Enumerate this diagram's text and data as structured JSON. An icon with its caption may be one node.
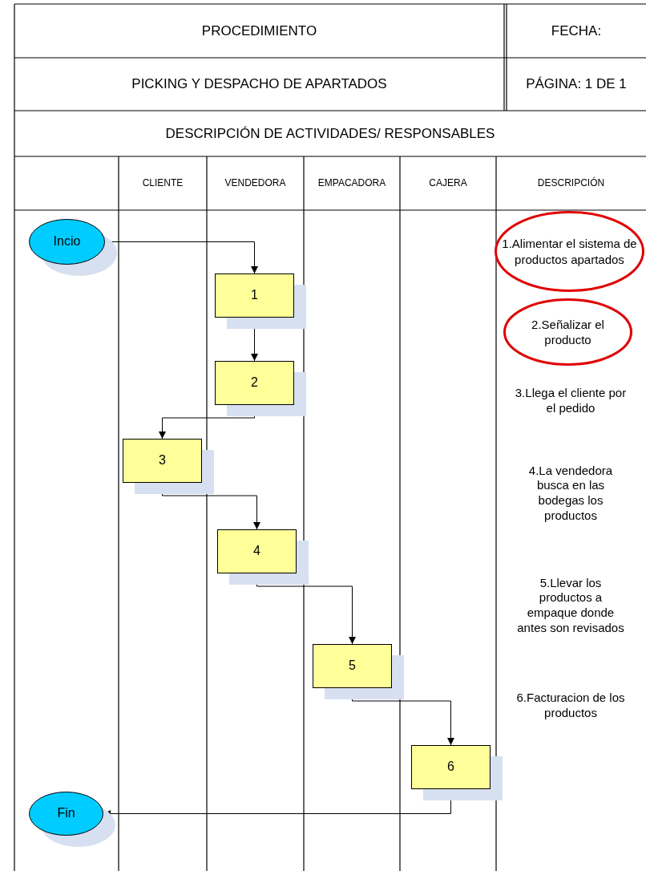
{
  "diagram": {
    "nodes": [
      {
        "text": [
          "Incio"
        ]
      },
      {
        "text": [
          "1"
        ]
      },
      {
        "text": [
          "2"
        ]
      },
      {
        "text": [
          "3"
        ]
      },
      {
        "text": [
          "4"
        ]
      },
      {
        "text": [
          "5"
        ]
      },
      {
        "text": [
          "6"
        ]
      },
      {
        "text": [
          "Fin"
        ]
      },
      {
        "text": [
          "1.Alimentar el sistema de productos apartados"
        ]
      },
      {
        "text": [
          "2.Señalizar el producto"
        ]
      }
    ],
    "edges": [
      {
        "from": 0,
        "to": 1,
        "arrow": "to"
      },
      {
        "from": 1,
        "to": 2,
        "arrow": "to"
      },
      {
        "from": 2,
        "to": 3,
        "arrow": "to"
      },
      {
        "from": 3,
        "to": 4,
        "arrow": "to"
      },
      {
        "from": 4,
        "to": 5,
        "arrow": "to"
      },
      {
        "from": 5,
        "to": 6,
        "arrow": "to"
      },
      {
        "from": 6,
        "to": 7,
        "arrow": "to"
      }
    ],
    "labels": [
      "PROCEDIMIENTO",
      "FECHA:",
      "PICKING Y DESPACHO DE APARTADOS",
      "PÁGINA: 1 DE 1",
      "DESCRIPCIÓN DE ACTIVIDADES/ RESPONSABLES",
      "CLIENTE",
      "VENDEDORA",
      "EMPACADORA",
      "CAJERA",
      "DESCRIPCIÓN",
      "3.Llega el cliente por el pedido",
      "4.La vendedora busca en las bodegas los productos",
      "5.Llevar los productos a empaque donde antes son revisados",
      "6.Facturacion de los productos"
    ]
  }
}
